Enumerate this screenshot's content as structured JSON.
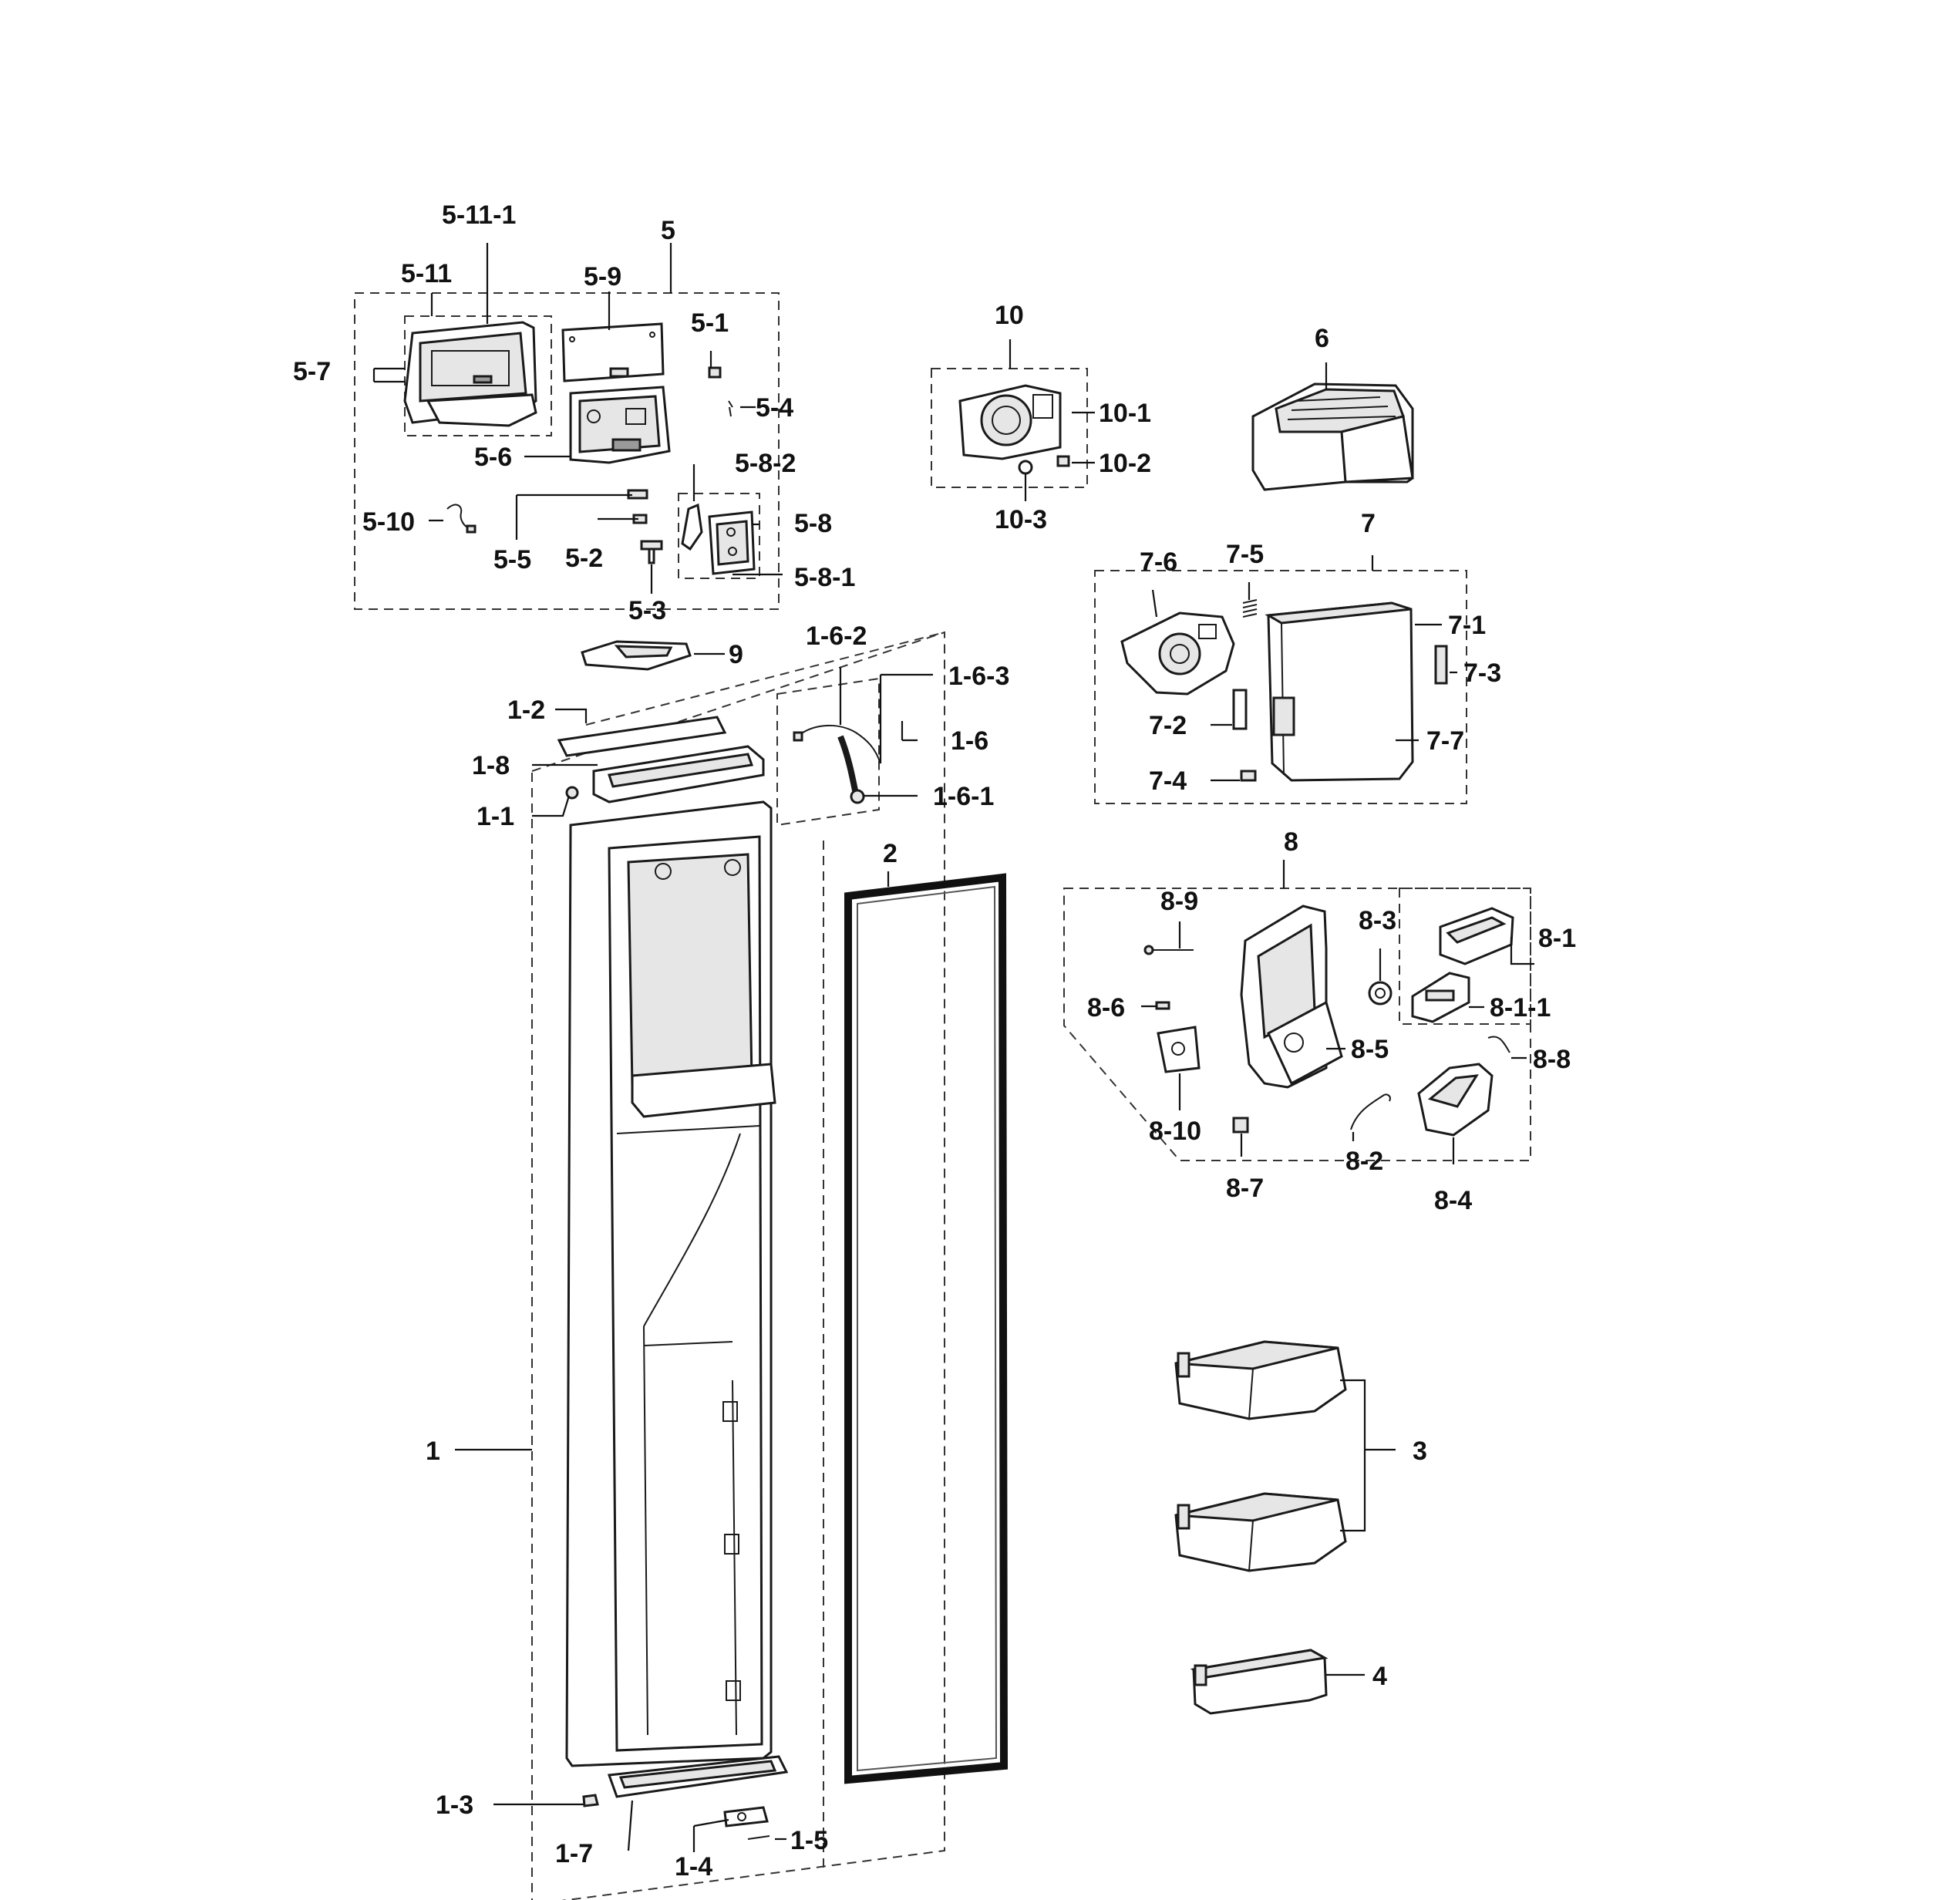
{
  "labels": {
    "l_5_11_1": "5-11-1",
    "l_5": "5",
    "l_5_11": "5-11",
    "l_5_9": "5-9",
    "l_5_1": "5-1",
    "l_5_7": "5-7",
    "l_5_4": "5-4",
    "l_5_6": "5-6",
    "l_5_8_2": "5-8-2",
    "l_5_10": "5-10",
    "l_5_8": "5-8",
    "l_5_5": "5-5",
    "l_5_2": "5-2",
    "l_5_8_1": "5-8-1",
    "l_5_3": "5-3",
    "l_10": "10",
    "l_10_1": "10-1",
    "l_10_2": "10-2",
    "l_10_3": "10-3",
    "l_6": "6",
    "l_7": "7",
    "l_7_6": "7-6",
    "l_7_5": "7-5",
    "l_7_1": "7-1",
    "l_7_3": "7-3",
    "l_7_2": "7-2",
    "l_7_7": "7-7",
    "l_7_4": "7-4",
    "l_9": "9",
    "l_1_6_2": "1-6-2",
    "l_1_6_3": "1-6-3",
    "l_1_2": "1-2",
    "l_1_6": "1-6",
    "l_1_8": "1-8",
    "l_1_6_1": "1-6-1",
    "l_1_1": "1-1",
    "l_2": "2",
    "l_8": "8",
    "l_8_9": "8-9",
    "l_8_3": "8-3",
    "l_8_1": "8-1",
    "l_8_1_1": "8-1-1",
    "l_8_6": "8-6",
    "l_8_5": "8-5",
    "l_8_8": "8-8",
    "l_8_10": "8-10",
    "l_8_2": "8-2",
    "l_8_7": "8-7",
    "l_8_4": "8-4",
    "l_1": "1",
    "l_3": "3",
    "l_4": "4",
    "l_1_3": "1-3",
    "l_1_5": "1-5",
    "l_1_7": "1-7",
    "l_1_4": "1-4"
  }
}
